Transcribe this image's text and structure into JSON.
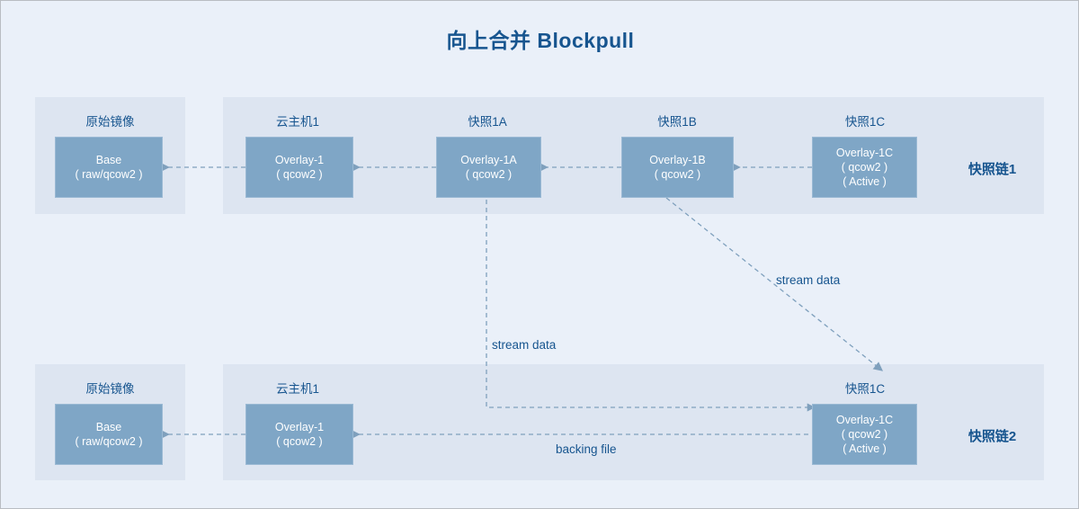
{
  "title": "向上合并 Blockpull",
  "colors": {
    "page_background": "#eaf0f9",
    "panel_background": "#dde5f1",
    "node_fill": "#7fa6c6",
    "accent_text": "#17558f",
    "connector": "#7fa0bd"
  },
  "chains": [
    {
      "id": "chain1",
      "chain_label": "快照链1",
      "column_labels": [
        "原始镜像",
        "云主机1",
        "快照1A",
        "快照1B",
        "快照1C"
      ],
      "nodes": [
        {
          "name": "base",
          "lines": [
            "Base",
            "( raw/qcow2 )"
          ]
        },
        {
          "name": "overlay-1",
          "lines": [
            "Overlay-1",
            "( qcow2 )"
          ]
        },
        {
          "name": "overlay-1a",
          "lines": [
            "Overlay-1A",
            "( qcow2 )"
          ]
        },
        {
          "name": "overlay-1b",
          "lines": [
            "Overlay-1B",
            "( qcow2 )"
          ]
        },
        {
          "name": "overlay-1c",
          "lines": [
            "Overlay-1C",
            "( qcow2 )",
            "( Active )"
          ]
        }
      ]
    },
    {
      "id": "chain2",
      "chain_label": "快照链2",
      "column_labels": [
        "原始镜像",
        "云主机1",
        "快照1C"
      ],
      "nodes": [
        {
          "name": "base",
          "lines": [
            "Base",
            "( raw/qcow2 )"
          ]
        },
        {
          "name": "overlay-1",
          "lines": [
            "Overlay-1",
            "( qcow2 )"
          ]
        },
        {
          "name": "overlay-1c",
          "lines": [
            "Overlay-1C",
            "( qcow2 )",
            "( Active )"
          ]
        }
      ]
    }
  ],
  "edge_labels": {
    "stream_data_diagonal": "stream data",
    "stream_data_vertical": "stream data",
    "backing_file": "backing file"
  }
}
